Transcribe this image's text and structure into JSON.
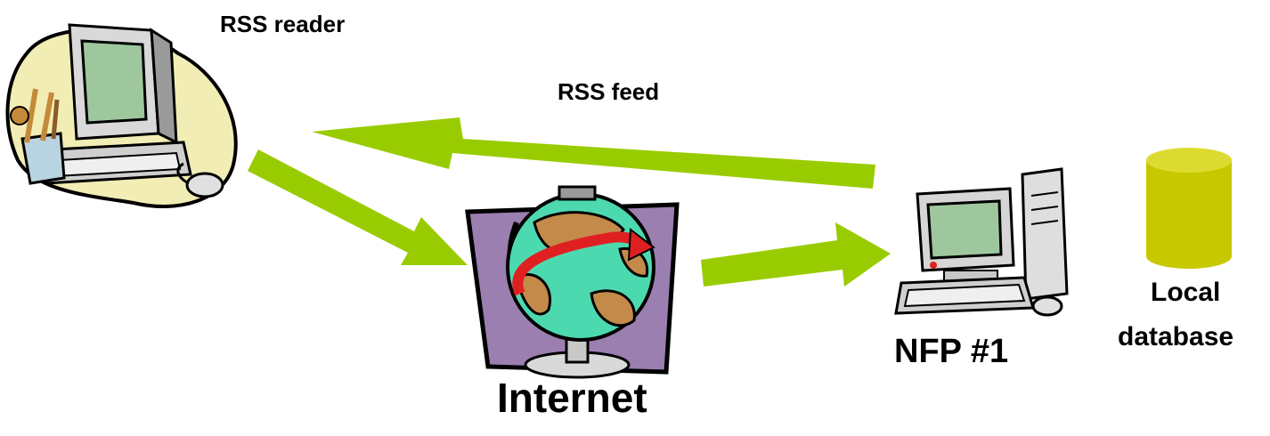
{
  "labels": {
    "rss_reader": "RSS reader",
    "rss_feed": "RSS feed",
    "nfp": "NFP #1",
    "internet": "Internet",
    "database_line1": "Local",
    "database_line2": "database"
  },
  "colors": {
    "arrow": "#99cc00",
    "database": "#c8c800",
    "globe_backdrop": "#9a7fb0",
    "globe_ocean": "#4dd9b0",
    "globe_land": "#c48a4a",
    "orbit": "#e02020",
    "screen": "#9ec79e"
  },
  "icons": [
    "rss-reader-computer-icon",
    "internet-globe-icon",
    "nfp-server-icon",
    "local-database-icon"
  ]
}
